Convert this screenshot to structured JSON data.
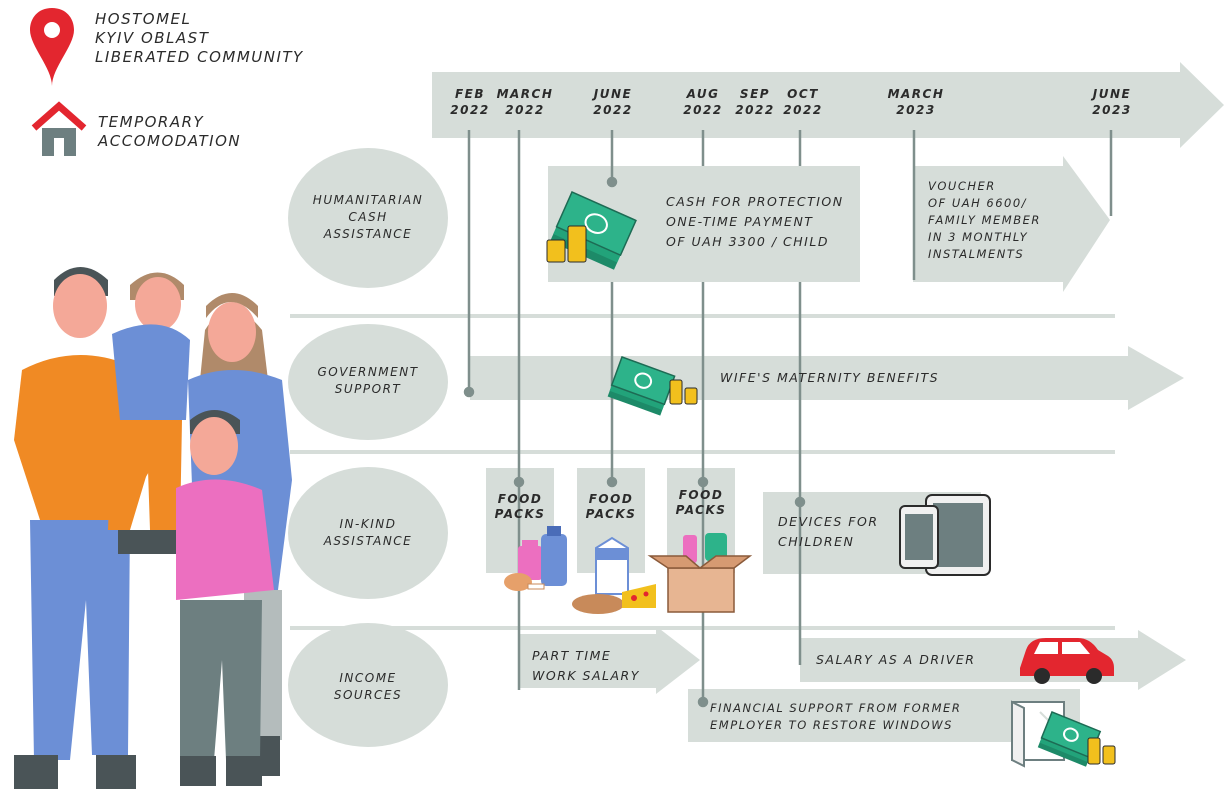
{
  "legend": {
    "location": [
      "HOSTOMEL",
      "KYIV OBLAST",
      "LIBERATED COMMUNITY"
    ],
    "accommodation": [
      "TEMPORARY",
      "ACCOMODATION"
    ]
  },
  "timeline": {
    "dates": [
      {
        "month": "FEB",
        "year": "2022"
      },
      {
        "month": "MARCH",
        "year": "2022"
      },
      {
        "month": "JUNE",
        "year": "2022"
      },
      {
        "month": "AUG",
        "year": "2022"
      },
      {
        "month": "SEP",
        "year": "2022"
      },
      {
        "month": "OCT",
        "year": "2022"
      },
      {
        "month": "MARCH",
        "year": "2023"
      },
      {
        "month": "JUNE",
        "year": "2023"
      }
    ]
  },
  "categories": [
    {
      "lines": [
        "HUMANITARIAN",
        "CASH",
        "ASSISTANCE"
      ]
    },
    {
      "lines": [
        "GOVERNMENT",
        "SUPPORT"
      ]
    },
    {
      "lines": [
        "IN-KIND",
        "ASSISTANCE"
      ]
    },
    {
      "lines": [
        "INCOME",
        "SOURCES"
      ]
    }
  ],
  "items": {
    "cash_protection": [
      "CASH FOR PROTECTION",
      "ONE-TIME PAYMENT",
      "OF UAH 3300 / CHILD"
    ],
    "voucher": [
      "VOUCHER",
      "OF UAH 6600/",
      "FAMILY MEMBER",
      "IN 3 MONTHLY",
      "INSTALMENTS"
    ],
    "maternity": "WIFE'S MATERNITY BENEFITS",
    "food_packs": [
      [
        "FOOD",
        "PACKS"
      ],
      [
        "FOOD",
        "PACKS"
      ],
      [
        "FOOD",
        "PACKS"
      ]
    ],
    "devices": [
      "DEVICES FOR",
      "CHILDREN"
    ],
    "part_time": [
      "PART TIME",
      "WORK SALARY"
    ],
    "driver": "SALARY AS A DRIVER",
    "former_employer": [
      "FINANCIAL SUPPORT FROM FORMER",
      "EMPLOYER TO RESTORE WINDOWS"
    ]
  },
  "colors": {
    "band": "#d6ddd9",
    "line": "#7f8f8c",
    "pin": "#e3262f",
    "house_roof": "#e3262f",
    "house_body": "#6d7f80",
    "money": "#2db38a",
    "coin": "#f2c01d",
    "car": "#e3262f",
    "orange": "#f08a24",
    "blue": "#6c8fd6",
    "pink": "#ec6fc0",
    "grey_pants": "#4a5457"
  }
}
